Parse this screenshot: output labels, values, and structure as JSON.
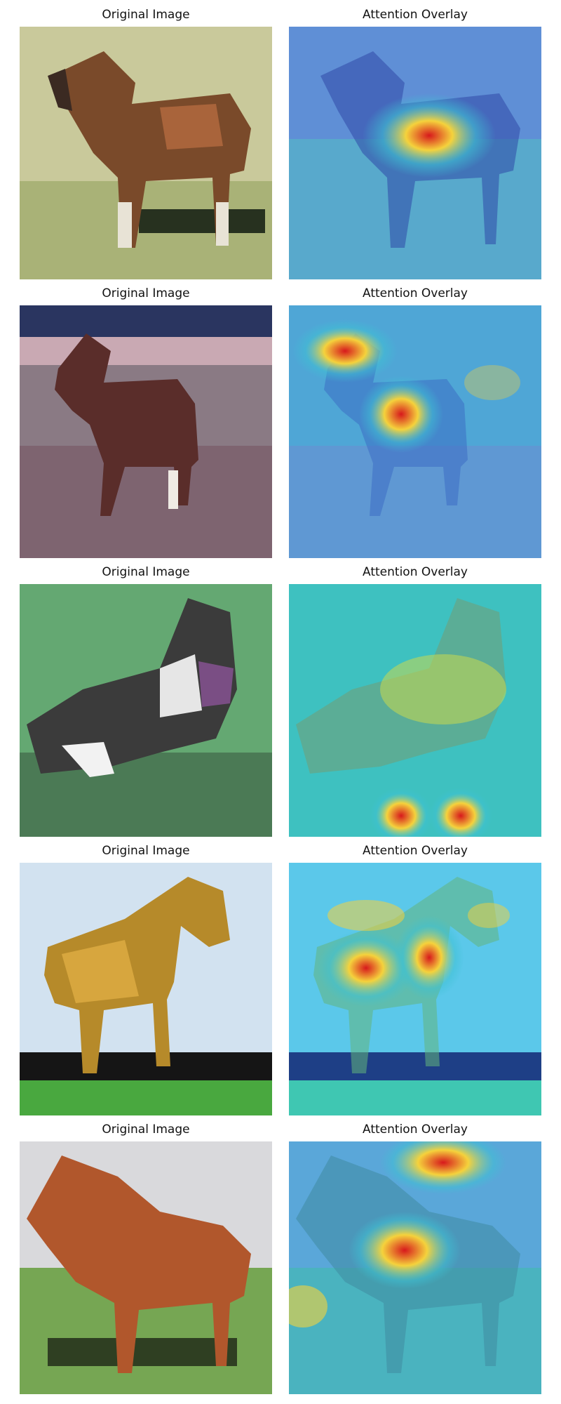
{
  "panels": [
    {
      "row": 1,
      "original_title": "Original Image",
      "overlay_title": "Attention Overlay",
      "original_desc": "brown horse with white legs standing on grass",
      "overlay_peak": "torso center"
    },
    {
      "row": 2,
      "original_title": "Original Image",
      "overlay_title": "Attention Overlay",
      "original_desc": "dark brown horse on dirt track",
      "overlay_peak": "neck and chest"
    },
    {
      "row": 3,
      "original_title": "Original Image",
      "overlay_title": "Attention Overlay",
      "original_desc": "dark and white cat lying on grass",
      "overlay_peak": "bottom ground"
    },
    {
      "row": 4,
      "original_title": "Original Image",
      "overlay_title": "Attention Overlay",
      "original_desc": "tan horse with sky background",
      "overlay_peak": "shoulder and chest"
    },
    {
      "row": 5,
      "original_title": "Original Image",
      "overlay_title": "Attention Overlay",
      "original_desc": "chestnut horse standing on grass",
      "overlay_peak": "top and torso"
    }
  ],
  "colors": {
    "cold": "#3a5fcd",
    "cool": "#3ec1d3",
    "warm": "#f5d23c",
    "hot": "#d7191c"
  }
}
